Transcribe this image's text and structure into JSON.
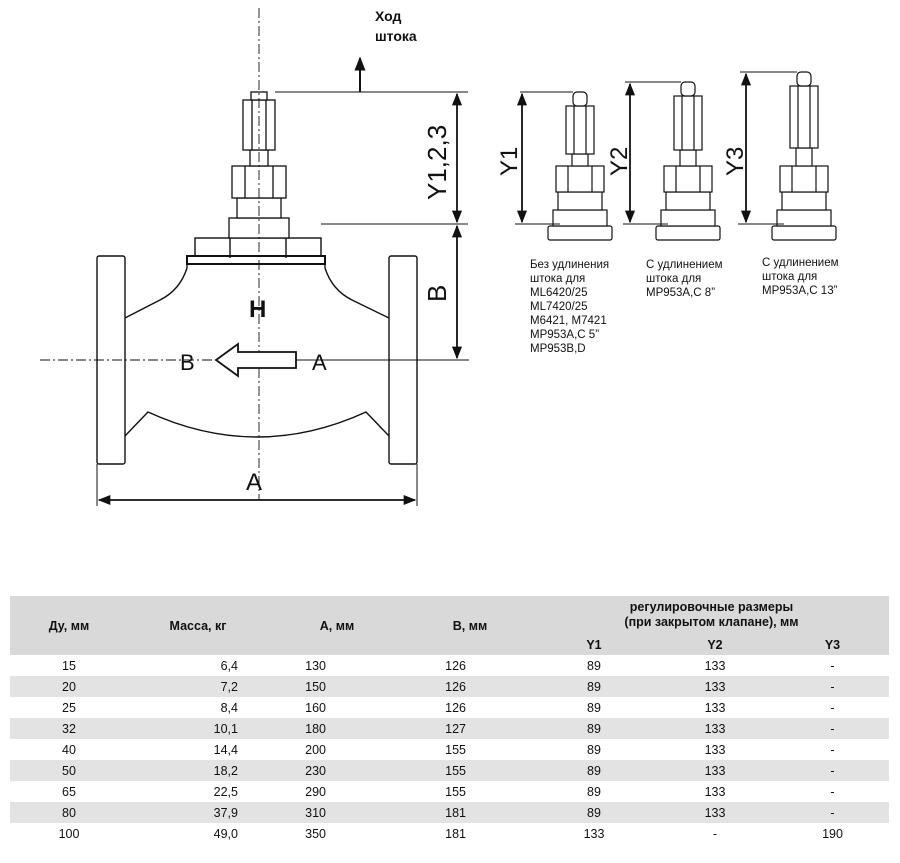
{
  "drawing": {
    "stroke_title": [
      "Ход",
      "штока"
    ],
    "dim_y123": "Y1,2,3",
    "dim_b": "B",
    "dim_a": "A",
    "mark_h": "H",
    "flow_in": "A",
    "flow_out": "B",
    "dim_y1": "Y1",
    "dim_y2": "Y2",
    "dim_y3": "Y3"
  },
  "notes": {
    "variant1": [
      "Без удлинения",
      "штока для",
      "ML6420/25",
      "ML7420/25",
      "M6421, M7421",
      "MP953A,C 5”",
      "MP953B,D"
    ],
    "variant2": [
      "С удлинением",
      "штока для",
      "MP953A,C 8”"
    ],
    "variant3": [
      "С удлинением",
      "штока для",
      "MP953A,C 13”"
    ]
  },
  "table": {
    "headers": {
      "dn": "Ду, мм",
      "mass": "Масса, кг",
      "a": "А, мм",
      "b": "В, мм",
      "adjust": [
        "регулировочные размеры",
        "(при закрытом клапане), мм"
      ],
      "y1": "Y1",
      "y2": "Y2",
      "y3": "Y3"
    },
    "rows": [
      [
        "15",
        "6,4",
        "130",
        "126",
        "89",
        "133",
        "-"
      ],
      [
        "20",
        "7,2",
        "150",
        "126",
        "89",
        "133",
        "-"
      ],
      [
        "25",
        "8,4",
        "160",
        "126",
        "89",
        "133",
        "-"
      ],
      [
        "32",
        "10,1",
        "180",
        "127",
        "89",
        "133",
        "-"
      ],
      [
        "40",
        "14,4",
        "200",
        "155",
        "89",
        "133",
        "-"
      ],
      [
        "50",
        "18,2",
        "230",
        "155",
        "89",
        "133",
        "-"
      ],
      [
        "65",
        "22,5",
        "290",
        "155",
        "89",
        "133",
        "-"
      ],
      [
        "80",
        "37,9",
        "310",
        "181",
        "89",
        "133",
        "-"
      ],
      [
        "100",
        "49,0",
        "350",
        "181",
        "133",
        "-",
        "190"
      ]
    ]
  }
}
